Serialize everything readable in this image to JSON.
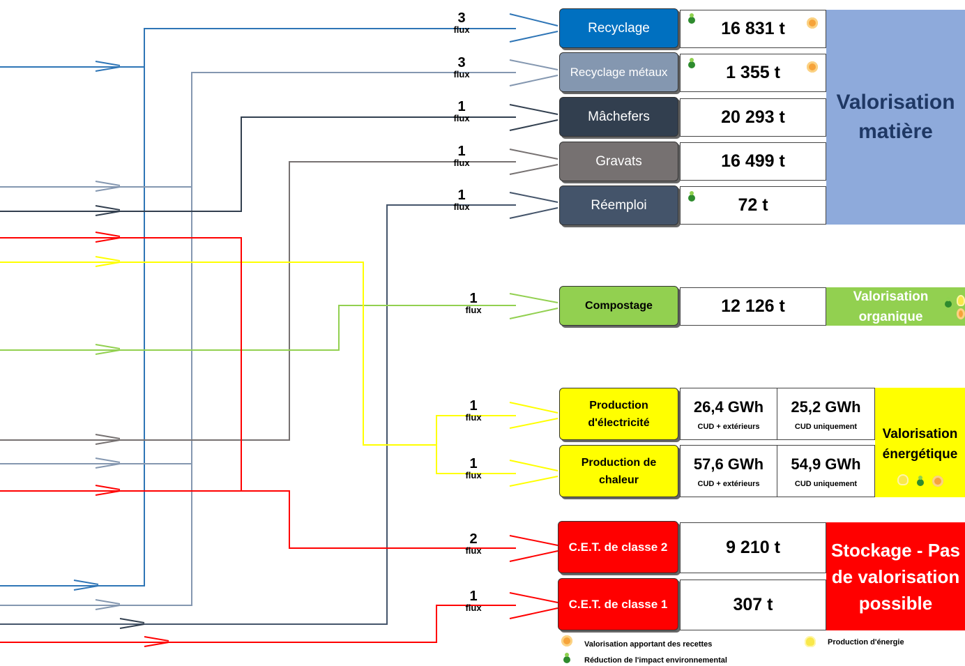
{
  "destinations": {
    "recyclage": {
      "label": "Recyclage",
      "flux": "3",
      "value": "16 831 t"
    },
    "recyclage_metaux": {
      "label": "Recyclage métaux",
      "flux": "3",
      "value": "1 355 t"
    },
    "machefers": {
      "label": "Mâchefers",
      "flux": "1",
      "value": "20 293 t"
    },
    "gravats": {
      "label": "Gravats",
      "flux": "1",
      "value": "16 499 t"
    },
    "reemploi": {
      "label": "Réemploi",
      "flux": "1",
      "value": "72 t"
    },
    "compostage": {
      "label": "Compostage",
      "flux": "1",
      "value": "12 126 t"
    },
    "electricite": {
      "label": "Production d'électricité",
      "flux": "1",
      "value_a": "26,4 GWh",
      "note_a": "CUD + extérieurs",
      "value_b": "25,2 GWh",
      "note_b": "CUD uniquement"
    },
    "chaleur": {
      "label": "Production de chaleur",
      "flux": "1",
      "value_a": "57,6 GWh",
      "note_a": "CUD + extérieurs",
      "value_b": "54,9 GWh",
      "note_b": "CUD uniquement"
    },
    "cet2": {
      "label": "C.E.T. de classe 2",
      "flux": "2",
      "value": "9 210 t"
    },
    "cet1": {
      "label": "C.E.T. de classe 1",
      "flux": "1",
      "value": "307 t"
    }
  },
  "flux_word": "flux",
  "categories": {
    "matiere": "Valorisation matière",
    "organique": "Valorisation organique",
    "energetique": "Valorisation énergétique",
    "stockage": "Stockage - Pas de valorisation possible"
  },
  "legend": {
    "recettes": "Valorisation apportant des recettes",
    "impact": "Réduction de l'impact environnemental",
    "energie": "Production d'énergie"
  },
  "colors": {
    "recyclage": "#0070c0",
    "recyclage_metaux": "#8497b0",
    "machefers": "#323f4f",
    "gravats": "#767171",
    "reemploi": "#44546a",
    "compostage": "#92d050",
    "energie": "#ffff00",
    "cet": "#ff0000",
    "matiere": "#8eaadb",
    "organique": "#92d050"
  },
  "icons": [
    "recycling-globe-icon",
    "coin-icon",
    "light-bulb-icon"
  ]
}
